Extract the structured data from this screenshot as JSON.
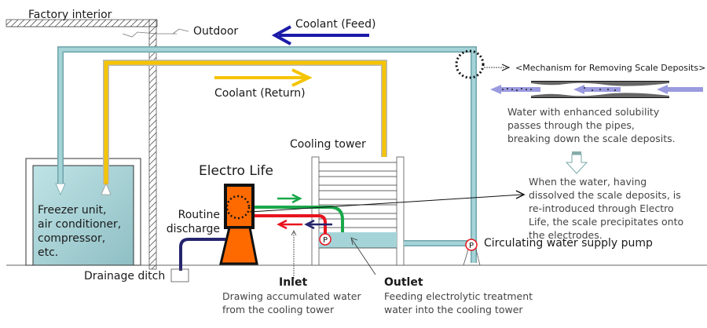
{
  "labels": {
    "factory_interior": "Factory interior",
    "outdoor": "Outdoor",
    "coolant_feed": "Coolant (Feed)",
    "coolant_return": "Coolant (Return)",
    "mechanism_title": "<Mechanism for Removing Scale Deposits>",
    "mechanism_desc": "Water with enhanced solubility passes through the pipes, breaking down the scale deposits.",
    "precipitate_desc": "When the water, having dissolved the scale deposits, is re-introduced through Electro Life, the scale precipitates onto the electrodes.",
    "cooling_tower": "Cooling tower",
    "electro_life": "Electro Life",
    "freezer_unit": "Freezer unit, air conditioner, compressor, etc.",
    "routine_discharge": "Routine discharge",
    "drainage_ditch": "Drainage ditch",
    "circulating_pump": "Circulating water supply pump",
    "pump_symbol": "P",
    "inlet_title": "Inlet",
    "inlet_desc": "Drawing accumulated water from the cooling tower",
    "outlet_title": "Outlet",
    "outlet_desc": "Feeding electrolytic treatment water into the cooling tower"
  },
  "colors": {
    "coolant_feed_pipe": "#9fd0d6",
    "coolant_return_pipe": "#f5c400",
    "feed_arrow": "#1a1aa8",
    "electro_life_body": "#ff6a00",
    "outlet_pipe": "#1aa84a",
    "inlet_pipe": "#e8141e",
    "discharge_pipe": "#24246e",
    "mechanism_arrow": "#9a9ae0",
    "water": "#a4d4d8"
  }
}
